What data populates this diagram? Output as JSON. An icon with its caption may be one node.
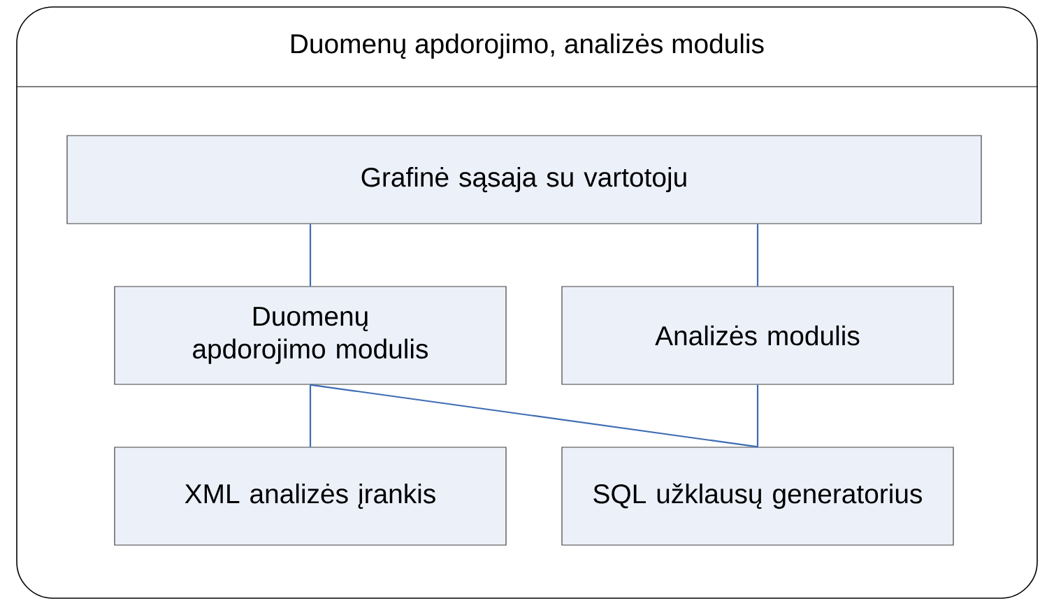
{
  "diagram": {
    "nodes": [
      {
        "text": [
          "Duomenų apdorojimo, analizės modulis"
        ]
      },
      {
        "text": [
          "Grafinė sąsaja su vartotoju"
        ],
        "in": 0
      },
      {
        "text": [
          "Duomenų apdorojimo modulis"
        ],
        "in": 0
      },
      {
        "text": [
          "Analizės modulis"
        ],
        "in": 0
      },
      {
        "text": [
          "XML analizės įrankis"
        ],
        "in": 0
      },
      {
        "text": [
          "SQL užklausų generatorius"
        ],
        "in": 0
      }
    ],
    "edges": [
      {
        "from": 1,
        "to": 2,
        "arrow": "none"
      },
      {
        "from": 1,
        "to": 3,
        "arrow": "none"
      },
      {
        "from": 2,
        "to": 4,
        "arrow": "none"
      },
      {
        "from": 2,
        "to": 5,
        "arrow": "none"
      },
      {
        "from": 3,
        "to": 5,
        "arrow": "none"
      }
    ]
  }
}
